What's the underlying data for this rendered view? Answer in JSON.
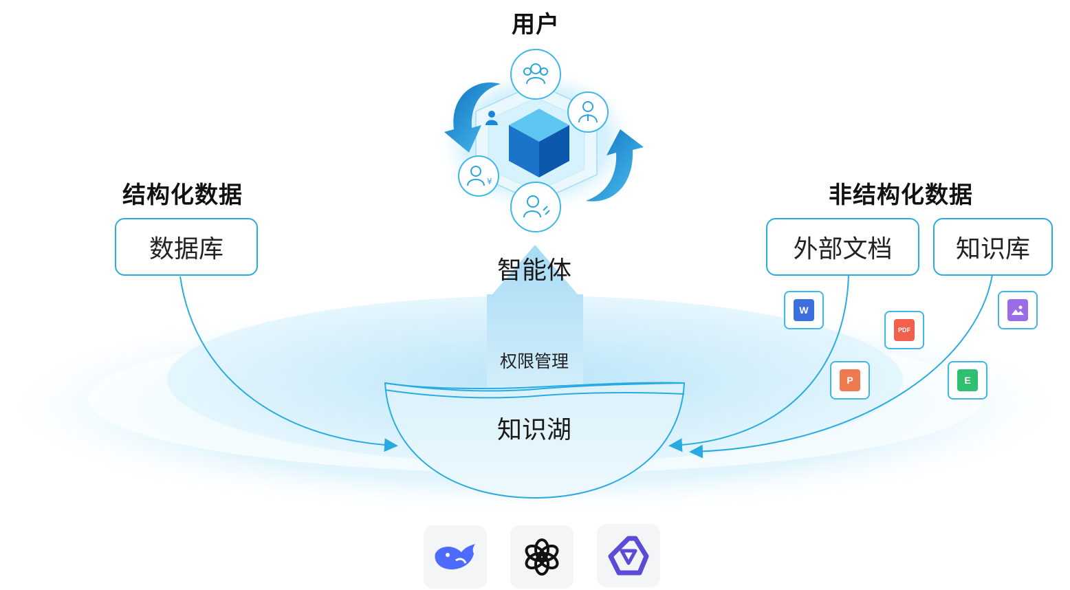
{
  "user": {
    "title": "用户"
  },
  "agent": {
    "label": "智能体"
  },
  "permission": {
    "label": "权限管理"
  },
  "lake": {
    "label": "知识湖"
  },
  "structured": {
    "title": "结构化数据",
    "sources": [
      {
        "label": "数据库"
      }
    ]
  },
  "unstructured": {
    "title": "非结构化数据",
    "sources": [
      {
        "label": "外部文档"
      },
      {
        "label": "知识库"
      }
    ]
  },
  "file_icons": [
    {
      "name": "word-file-icon",
      "letter": "W",
      "color": "#3b6fe0"
    },
    {
      "name": "pdf-file-icon",
      "letter": "PDF",
      "color": "#f0604d"
    },
    {
      "name": "ppt-file-icon",
      "letter": "P",
      "color": "#ef7a52"
    },
    {
      "name": "image-file-icon",
      "letter": "",
      "color": "#9a6ce8"
    },
    {
      "name": "excel-file-icon",
      "letter": "E",
      "color": "#2fbf71"
    }
  ],
  "model_logos": [
    "deepseek-logo-icon",
    "openai-logo-icon",
    "qwen-logo-icon"
  ],
  "role_icons": [
    "group-users-icon",
    "manager-icon",
    "finance-user-icon",
    "maintenance-user-icon",
    "small-person-icon"
  ],
  "colors": {
    "accent": "#29abe2",
    "lake_fill": "#cfeefa",
    "arrow_fill": "#b9e3f6",
    "cube_top": "#59c3f2",
    "cube_dark": "#0d5fb5"
  }
}
